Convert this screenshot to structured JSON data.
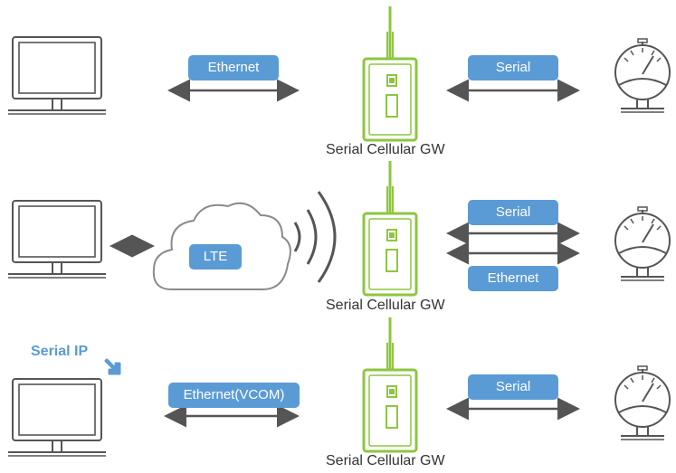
{
  "rows": [
    {
      "left_link": "Ethernet",
      "right_link": "Serial",
      "gateway_caption": "Serial Cellular GW"
    },
    {
      "cloud_label": "LTE",
      "right_link_top": "Serial",
      "right_link_bottom": "Ethernet",
      "gateway_caption": "Serial Cellular GW"
    },
    {
      "callout": "Serial IP",
      "left_link": "Ethernet(VCOM)",
      "right_link": "Serial",
      "gateway_caption": "Serial Cellular GW"
    }
  ],
  "colors": {
    "label_fill": "#5b9bd5",
    "gateway": "#8dc63f",
    "device_outline": "#555555",
    "arrow": "#555555"
  },
  "icons": [
    "monitor-icon",
    "gateway-device-icon",
    "pressure-gauge-icon",
    "cloud-icon",
    "signal-waves-icon"
  ]
}
